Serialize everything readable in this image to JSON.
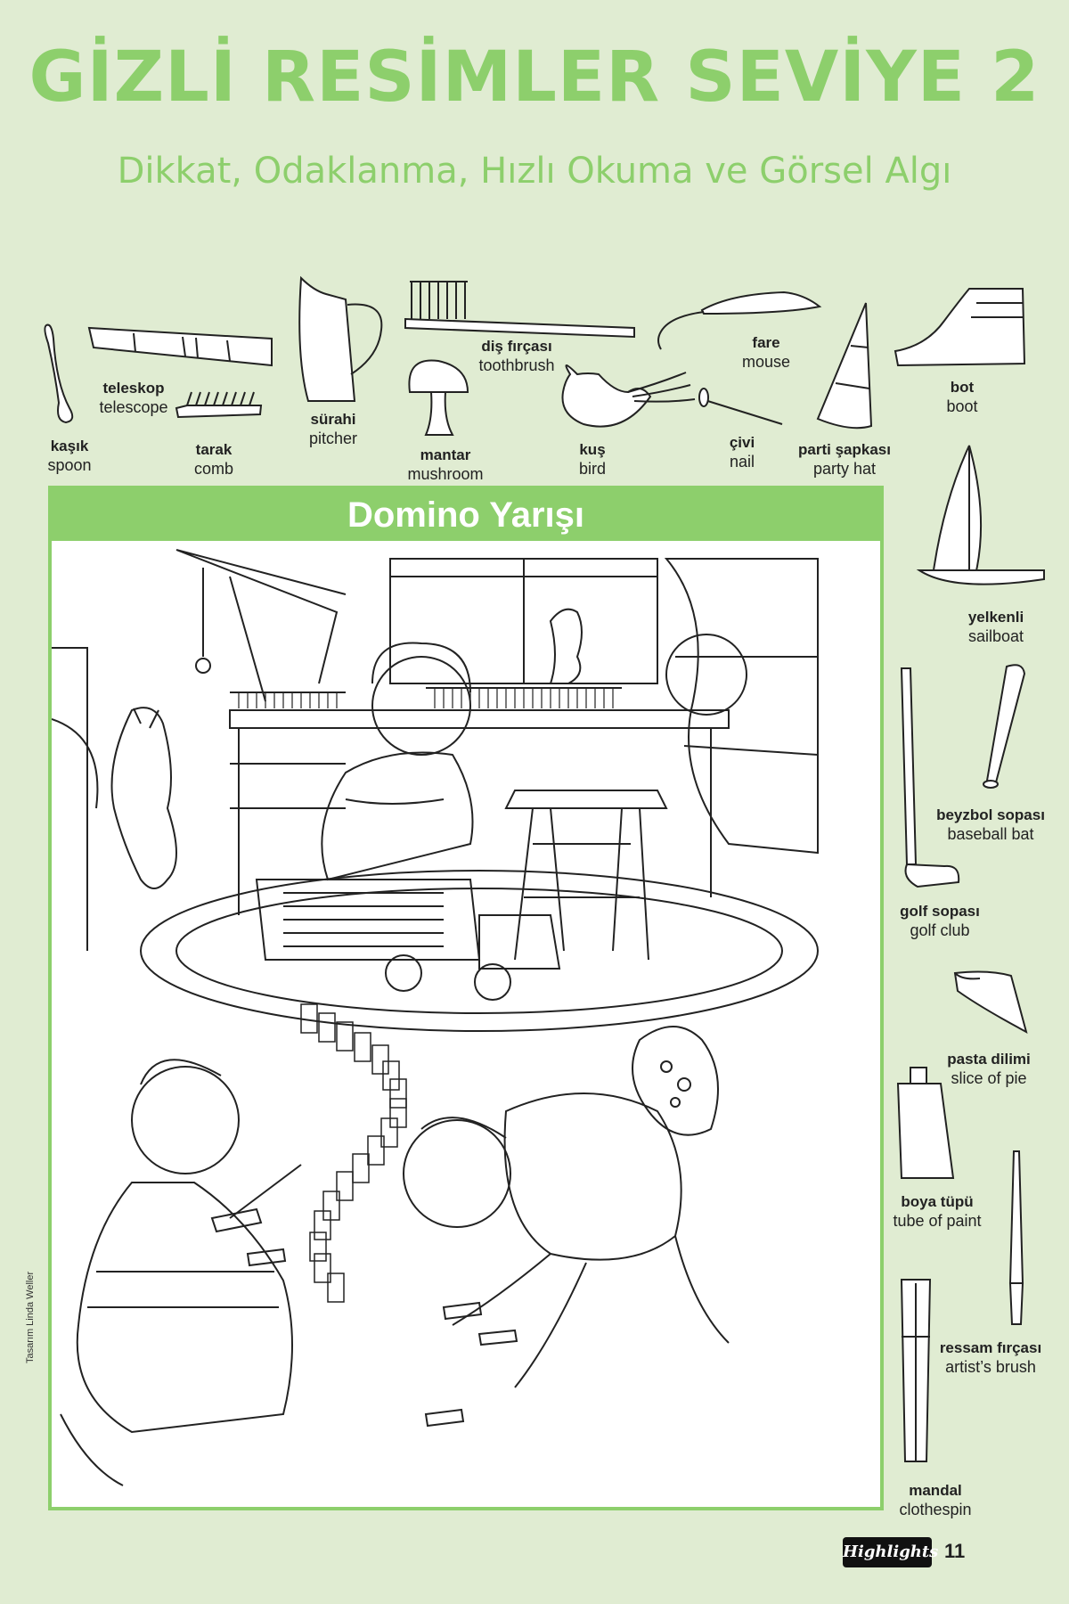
{
  "header": {
    "title": "GİZLİ RESİMLER SEVİYE 2",
    "subtitle": "Dikkat, Odaklanma, Hızlı Okuma ve Görsel Algı"
  },
  "items": {
    "spoon": {
      "tr": "kaşık",
      "en": "spoon",
      "icon": "spoon-icon"
    },
    "telescope": {
      "tr": "teleskop",
      "en": "telescope",
      "icon": "telescope-icon"
    },
    "comb": {
      "tr": "tarak",
      "en": "comb",
      "icon": "comb-icon"
    },
    "pitcher": {
      "tr": "sürahi",
      "en": "pitcher",
      "icon": "pitcher-icon"
    },
    "toothbrush": {
      "tr": "diş fırçası",
      "en": "toothbrush",
      "icon": "toothbrush-icon"
    },
    "mushroom": {
      "tr": "mantar",
      "en": "mushroom",
      "icon": "mushroom-icon"
    },
    "bird": {
      "tr": "kuş",
      "en": "bird",
      "icon": "bird-icon"
    },
    "mouse": {
      "tr": "fare",
      "en": "mouse",
      "icon": "mouse-icon"
    },
    "nail": {
      "tr": "çivi",
      "en": "nail",
      "icon": "nail-icon"
    },
    "party_hat": {
      "tr": "parti şapkası",
      "en": "party hat",
      "icon": "party-hat-icon"
    },
    "boot": {
      "tr": "bot",
      "en": "boot",
      "icon": "boot-icon"
    },
    "sailboat": {
      "tr": "yelkenli",
      "en": "sailboat",
      "icon": "sailboat-icon"
    },
    "baseball_bat": {
      "tr": "beyzbol sopası",
      "en": "baseball bat",
      "icon": "baseball-bat-icon"
    },
    "golf_club": {
      "tr": "golf sopası",
      "en": "golf club",
      "icon": "golf-club-icon"
    },
    "pie": {
      "tr": "pasta dilimi",
      "en": "slice of pie",
      "icon": "pie-slice-icon"
    },
    "paint_tube": {
      "tr": "boya tüpü",
      "en": "tube of paint",
      "icon": "paint-tube-icon"
    },
    "brush": {
      "tr": "ressam fırçası",
      "en": "artist’s brush",
      "icon": "paintbrush-icon"
    },
    "clothespin": {
      "tr": "mandal",
      "en": "clothespin",
      "icon": "clothespin-icon"
    }
  },
  "scene": {
    "title": "Domino Yarışı",
    "credit": "Tasarım Linda Weller"
  },
  "footer": {
    "logo": "Highlights",
    "page_number": "11"
  },
  "colors": {
    "accent_green": "#8dcf6c",
    "background": "#e0ecd2"
  }
}
